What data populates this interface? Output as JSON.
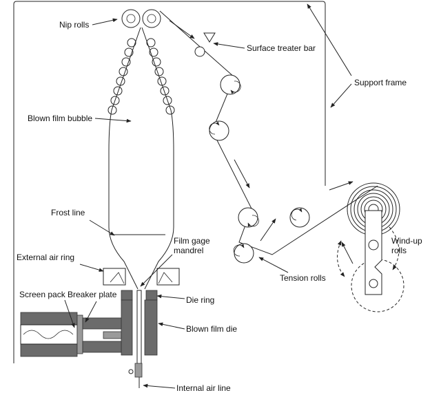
{
  "labels": {
    "nip_rolls": "Nip rolls",
    "surface_treater_bar": "Surface treater bar",
    "support_frame": "Support frame",
    "blown_film_bubble": "Blown film bubble",
    "frost_line": "Frost line",
    "film_gage_mandrel_1": "Film gage",
    "film_gage_mandrel_2": "mandrel",
    "external_air_ring": "External air ring",
    "screen_pack": "Screen pack",
    "breaker_plate": "Breaker plate",
    "die_ring": "Die ring",
    "blown_film_die": "Blown film die",
    "internal_air_line": "Internal air line",
    "tension_rolls": "Tension rolls",
    "wind_up_rolls_1": "Wind-up",
    "wind_up_rolls_2": "rolls"
  }
}
